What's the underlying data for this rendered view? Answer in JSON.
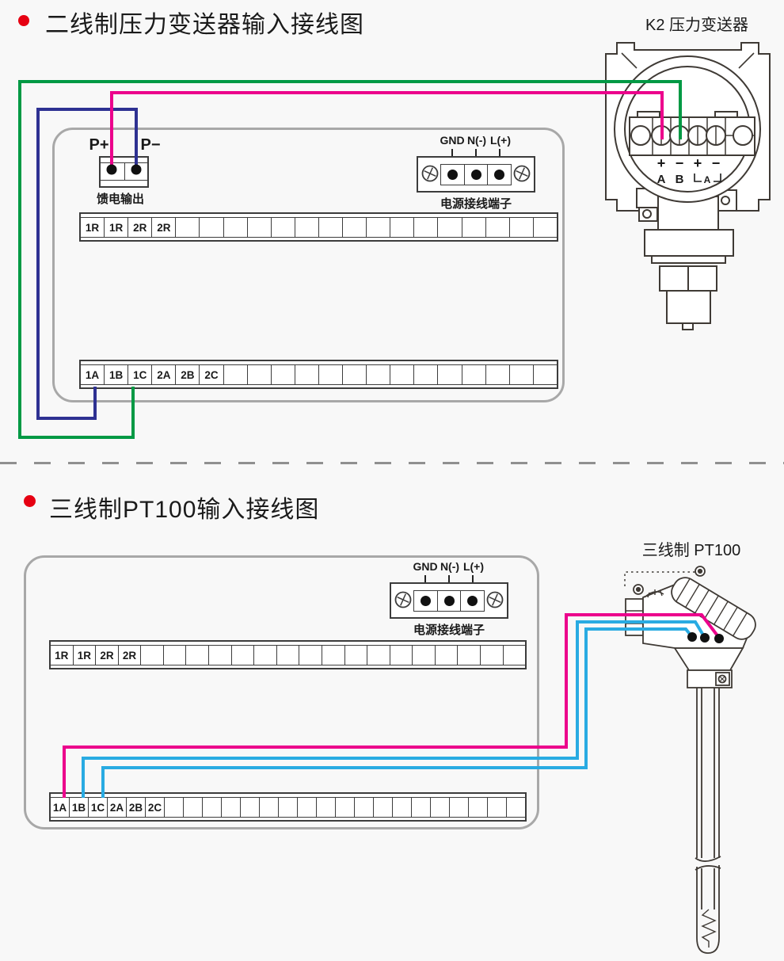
{
  "colors": {
    "magenta": "#ec008c",
    "dark_blue": "#2e3192",
    "green": "#009944",
    "cyan": "#29abe2",
    "red_bullet": "#e60012",
    "outline": "#3f3a35",
    "panel_border": "#a8a8a8"
  },
  "section1": {
    "title": "二线制压力变送器输入接线图",
    "device_label": "K2 压力变送器",
    "feed_output": {
      "p_plus": "P+",
      "p_minus": "P−",
      "caption": "馈电输出"
    },
    "power_terminal": {
      "labels": [
        "GND",
        "N(-)",
        "L(+)"
      ],
      "caption": "电源接线端子"
    },
    "strip_top_cells": [
      "1R",
      "1R",
      "2R",
      "2R"
    ],
    "strip_bottom_cells": [
      "1A",
      "1B",
      "1C",
      "2A",
      "2B",
      "2C"
    ],
    "transmitter": {
      "polarity": [
        "+",
        "−",
        "+",
        "−"
      ],
      "terminals": [
        "A",
        "B"
      ],
      "bracket_label": "A"
    }
  },
  "section2": {
    "title": "三线制PT100输入接线图",
    "device_label": "三线制 PT100",
    "power_terminal": {
      "labels": [
        "GND",
        "N(-)",
        "L(+)"
      ],
      "caption": "电源接线端子"
    },
    "strip_top_cells": [
      "1R",
      "1R",
      "2R",
      "2R"
    ],
    "strip_bottom_cells": [
      "1A",
      "1B",
      "1C",
      "2A",
      "2B",
      "2C"
    ]
  }
}
